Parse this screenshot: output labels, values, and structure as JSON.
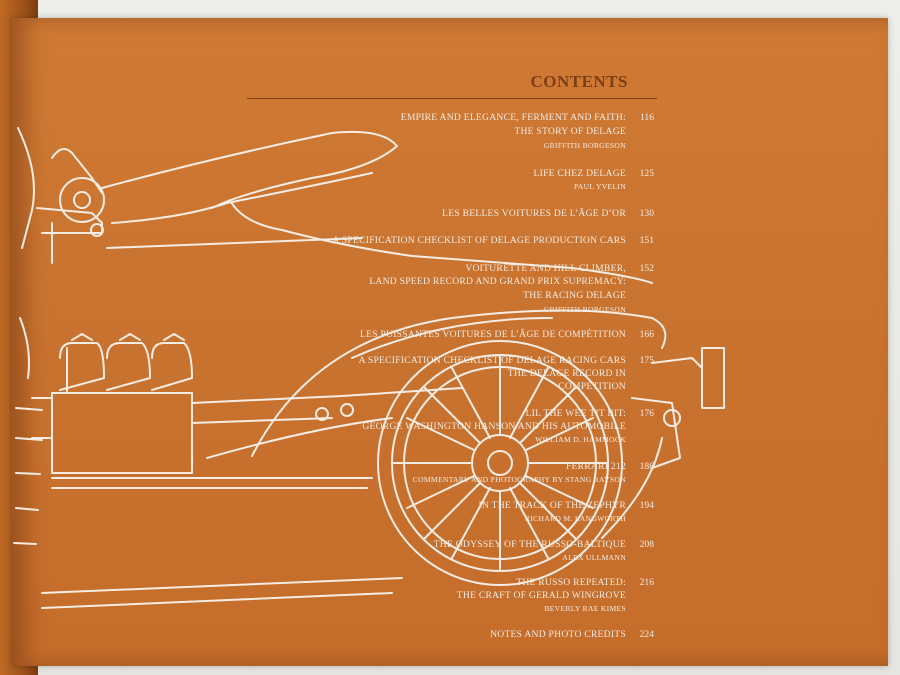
{
  "contents_title": "CONTENTS",
  "entries": [
    {
      "lines": [
        "EMPIRE AND ELEGANCE, FERMENT AND FAITH:",
        "THE STORY OF DELAGE"
      ],
      "author": "GRIFFITH BORGESON",
      "page": "116"
    },
    {
      "lines": [
        "LIFE CHEZ DELAGE"
      ],
      "author": "PAUL YVELIN",
      "page": "125"
    },
    {
      "lines": [
        "LES BELLES VOITURES DE L’ÂGE D’OR"
      ],
      "author": "",
      "page": "130"
    },
    {
      "lines": [
        "A SPECIFICATION CHECKLIST OF DELAGE PRODUCTION CARS"
      ],
      "author": "",
      "page": "151"
    },
    {
      "lines": [
        "VOITURETTE AND HILL CLIMBER,",
        "LAND SPEED RECORD AND GRAND PRIX SUPREMACY:",
        "THE RACING DELAGE"
      ],
      "author": "GRIFFITH BORGESON",
      "page": "152"
    },
    {
      "lines": [
        "LES PUISSANTES VOITURES DE L’ÂGE DE COMPÉTITION"
      ],
      "author": "",
      "page": "166"
    },
    {
      "lines": [
        "A SPECIFICATION CHECKLIST OF DELAGE RACING CARS",
        "THE DELAGE RECORD IN",
        "COMPETITION"
      ],
      "author": "",
      "page": "175"
    },
    {
      "lines": [
        "LIL THE WEE TIT BIT:",
        "GEORGE WASHINGTON HANSON AND HIS AUTOMOBILE"
      ],
      "author": "WILLIAM D. HAMMOCK",
      "page": "176"
    },
    {
      "lines": [
        "FERRARI 212"
      ],
      "author": "COMMENTARY AND PHOTOGRAPHY BY STANG RAYSON",
      "page": "186"
    },
    {
      "lines": [
        "IN THE TRACK OF THE ZEPHYR"
      ],
      "author": "RICHARD M. LANGWORTH",
      "page": "194"
    },
    {
      "lines": [
        "THE ODYSSEY OF THE RUSSO-BALTIQUE"
      ],
      "author": "ALEX ULLMANN",
      "page": "208"
    },
    {
      "lines": [
        "THE RUSSO REPEATED:",
        "THE CRAFT OF GERALD WINGROVE"
      ],
      "author": "BEVERLY RAE KIMES",
      "page": "216"
    },
    {
      "lines": [
        "NOTES AND PHOTO CREDITS"
      ],
      "author": "",
      "page": "224"
    }
  ]
}
